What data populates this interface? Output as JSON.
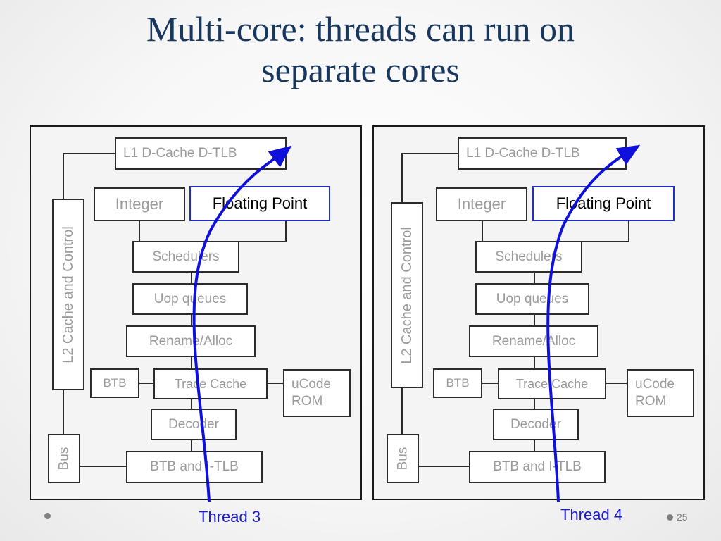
{
  "title": {
    "line1": "Multi-core: threads can run on",
    "line2": "separate cores"
  },
  "core_left": {
    "l1": "L1 D-Cache D-TLB",
    "integer": "Integer",
    "floating_point": "Floating Point",
    "schedulers": "Schedulers",
    "uop_queues": "Uop queues",
    "rename_alloc": "Rename/Alloc",
    "btb": "BTB",
    "trace_cache": "Trace Cache",
    "ucode_line1": "uCode",
    "ucode_line2": "ROM",
    "decoder": "Decoder",
    "btb_itlb": "BTB and I-TLB",
    "l2": "L2 Cache and Control",
    "bus": "Bus"
  },
  "core_right": {
    "l1": "L1 D-Cache D-TLB",
    "integer": "Integer",
    "floating_point": "Floating Point",
    "schedulers": "Schedulers",
    "uop_queues": "Uop queues",
    "rename_alloc": "Rename/Alloc",
    "btb": "BTB",
    "trace_cache": "Trace Cache",
    "ucode_line1": "uCode",
    "ucode_line2": "ROM",
    "decoder": "Decoder",
    "btb_itlb": "BTB and I-TLB",
    "l2": "L2 Cache and Control",
    "bus": "Bus"
  },
  "threads": {
    "left": "Thread 3",
    "right": "Thread 4"
  },
  "page_number": "25",
  "colors": {
    "title": "#17375e",
    "thread_arrow": "#1010dd",
    "floating_point_border": "#1f2fbf"
  }
}
